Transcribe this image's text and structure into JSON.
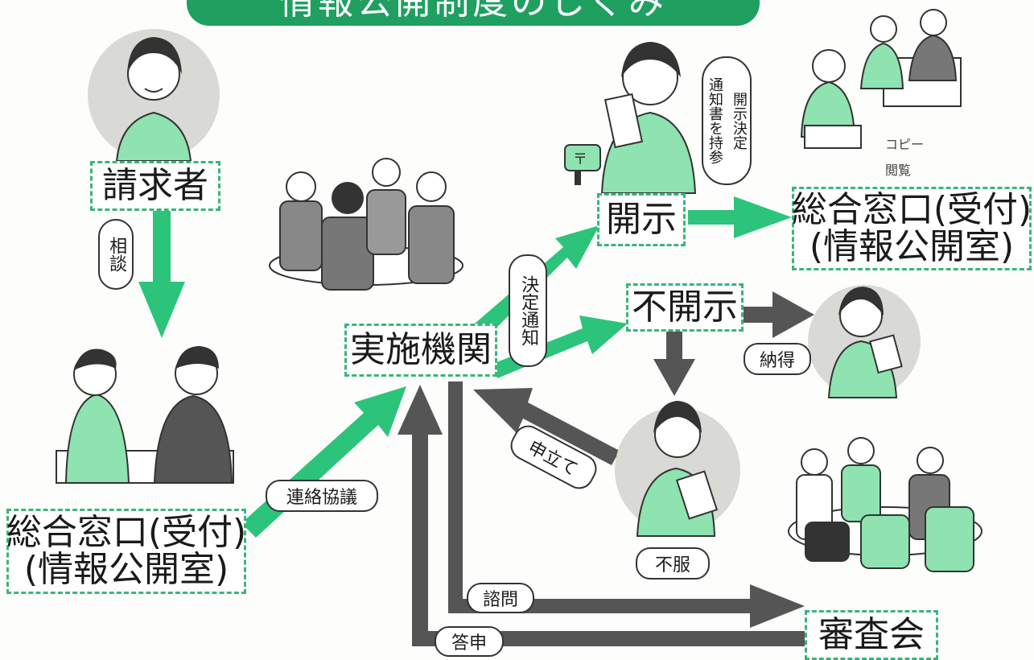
{
  "title": "情報公開制度のしくみ",
  "nodes": {
    "requester": "請求者",
    "counter_left_line1": "総合窓口(受付)",
    "counter_left_line2": "(情報公開室)",
    "agency": "実施機関",
    "disclose": "開示",
    "nondisclose": "不開示",
    "counter_right_line1": "総合窓口(受付)",
    "counter_right_line2": "(情報公開室)",
    "review_board": "審査会"
  },
  "labels": {
    "consult": "相談",
    "liaison": "連絡協議",
    "decision_notice": "決定通知",
    "notice_bring_line1": "開示決定",
    "notice_bring_line2": "通知書を持参",
    "copy": "コピー",
    "view": "閲覧",
    "accept": "納得",
    "appeal": "申立て",
    "dissatisfied": "不服",
    "inquiry": "諮問",
    "report": "答申"
  },
  "colors": {
    "green": "#1fa060",
    "arrow_green": "#2cc47a",
    "arrow_gray": "#555555",
    "person_green": "#8ee3b0"
  }
}
